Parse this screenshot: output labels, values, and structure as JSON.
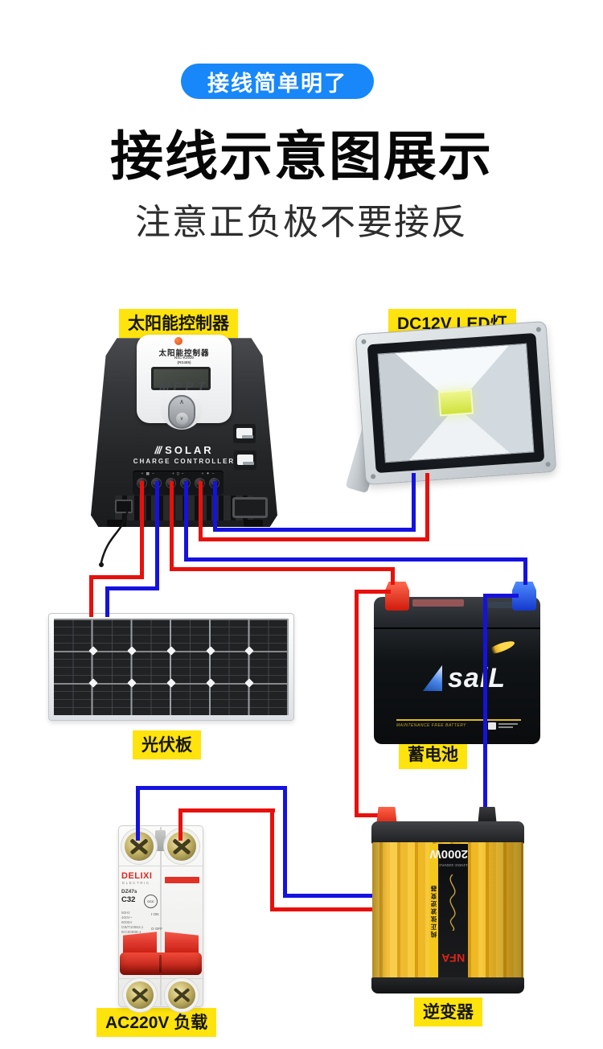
{
  "header": {
    "badge": "接线简单明了",
    "title": "接线示意图展示",
    "subtitle": "注意正负极不要接反"
  },
  "tags": {
    "controller": "太阳能控制器",
    "led": "DC12V LED灯",
    "panel": "光伏板",
    "battery": "蓄电池",
    "load": "AC220V 负载",
    "inverter": "逆变器"
  },
  "controller": {
    "brand_title": "太阳能控制器",
    "model": "NXL-K2030",
    "bus": "(RS485)",
    "tech": "MPPT",
    "slashes": "///",
    "name1": "SOLAR",
    "name2": "CHARGE CONTROLLER",
    "marks": [
      "+ ▦ −",
      "+ ▯ −",
      "+ ✶ −"
    ],
    "button_up": "∧",
    "button_down": "∨"
  },
  "battery": {
    "brand": "saiL",
    "tagline": "MAINTENANCE FREE BATTERY"
  },
  "breaker": {
    "brand": "DELIXI",
    "brand_sub": "ELECTRIC",
    "series": "DZ47s",
    "rating": "C32",
    "specs": [
      "50Hz",
      "400V~",
      "6000A",
      "GB/T10963.1",
      "IEC60898-1"
    ],
    "on_label": "I ON",
    "off_label": "O OFF",
    "cert": "CCC"
  },
  "inverter": {
    "power": "2000W",
    "io": "12VDC-220VAC",
    "brand": "NFA",
    "type_label": "纯正弦波逆变器"
  },
  "colors": {
    "badge_bg": "#1787fa",
    "tag_bg": "#ffe30d",
    "wire_red": "#e8100c",
    "wire_blue": "#1512e0"
  }
}
